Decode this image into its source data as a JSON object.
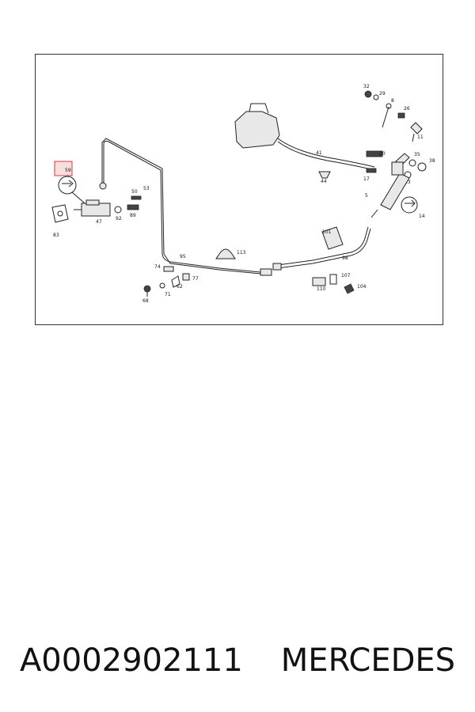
{
  "diagram": {
    "labels": {
      "l59": "59",
      "l53": "53",
      "l50": "50",
      "l89": "89",
      "l92": "92",
      "l47": "47",
      "l83": "83",
      "l41": "41",
      "l44": "44",
      "l32": "32",
      "l29": "29",
      "l8": "8",
      "l26": "26",
      "l11": "11",
      "l20": "20",
      "l35": "35",
      "l38": "38",
      "l17": "17",
      "l23": "23",
      "l5": "5",
      "l14": "14",
      "l101": "101",
      "l98": "98",
      "l113": "113",
      "l95": "95",
      "l74": "74",
      "l77": "77",
      "l62": "62",
      "l68": "68",
      "l71": "71",
      "l110": "110",
      "l107": "107",
      "l104": "104"
    },
    "highlight_color": "#d23a3a"
  },
  "caption": {
    "part_number": "A0002902111",
    "brand": "MERCEDES"
  }
}
